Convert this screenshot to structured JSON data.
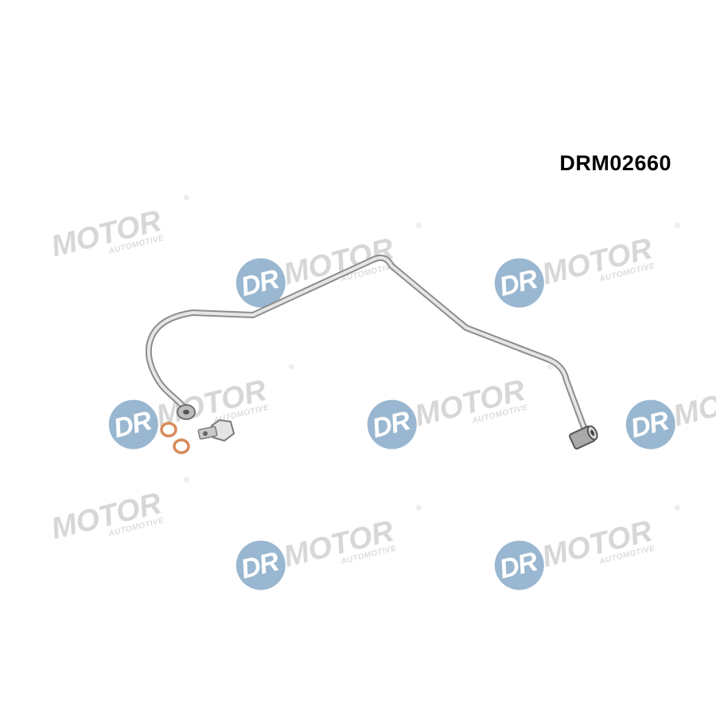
{
  "product": {
    "part_number": "DRM02660"
  },
  "watermark": {
    "brand_dr": "DR",
    "brand_motor": "MOTOR",
    "brand_sub": "AUTOMOTIVE",
    "registered": "®",
    "circle_color": "#8fb0cc",
    "text_color": "#d3d3d3"
  },
  "photo": {
    "subject_icon": "oil-feed-pipe-with-banjo-bolt-and-seals",
    "pipe_color": "#c8c8c8",
    "washer_color": "#d88a5a"
  }
}
